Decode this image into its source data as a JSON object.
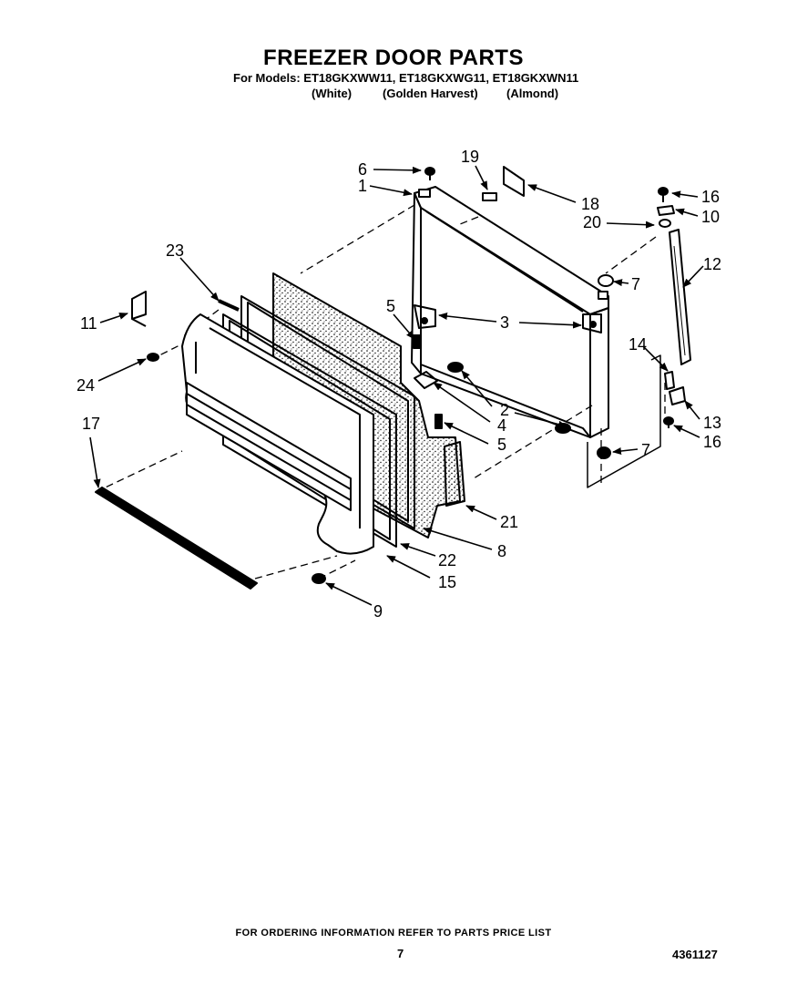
{
  "header": {
    "title": "FREEZER DOOR PARTS",
    "models_line": "For Models: ET18GKXWW11, ET18GKXWG11, ET18GKXWN11",
    "variants": [
      "(White)",
      "(Golden Harvest)",
      "(Almond)"
    ]
  },
  "callouts": [
    {
      "id": "c6",
      "label": "6"
    },
    {
      "id": "c1",
      "label": "1"
    },
    {
      "id": "c19",
      "label": "19"
    },
    {
      "id": "c18",
      "label": "18"
    },
    {
      "id": "c16a",
      "label": "16"
    },
    {
      "id": "c10",
      "label": "10"
    },
    {
      "id": "c20",
      "label": "20"
    },
    {
      "id": "c12",
      "label": "12"
    },
    {
      "id": "c7a",
      "label": "7"
    },
    {
      "id": "c23",
      "label": "23"
    },
    {
      "id": "c11",
      "label": "11"
    },
    {
      "id": "c5a",
      "label": "5"
    },
    {
      "id": "c3",
      "label": "3"
    },
    {
      "id": "c14",
      "label": "14"
    },
    {
      "id": "c24",
      "label": "24"
    },
    {
      "id": "c2",
      "label": "2"
    },
    {
      "id": "c4",
      "label": "4"
    },
    {
      "id": "c13",
      "label": "13"
    },
    {
      "id": "c17",
      "label": "17"
    },
    {
      "id": "c5b",
      "label": "5"
    },
    {
      "id": "c16b",
      "label": "16"
    },
    {
      "id": "c7b",
      "label": "7"
    },
    {
      "id": "c21",
      "label": "21"
    },
    {
      "id": "c8",
      "label": "8"
    },
    {
      "id": "c22",
      "label": "22"
    },
    {
      "id": "c15",
      "label": "15"
    },
    {
      "id": "c9",
      "label": "9"
    }
  ],
  "footer": {
    "ordering_note": "FOR ORDERING INFORMATION REFER TO PARTS PRICE LIST",
    "page_number": "7",
    "document_number": "4361127"
  }
}
